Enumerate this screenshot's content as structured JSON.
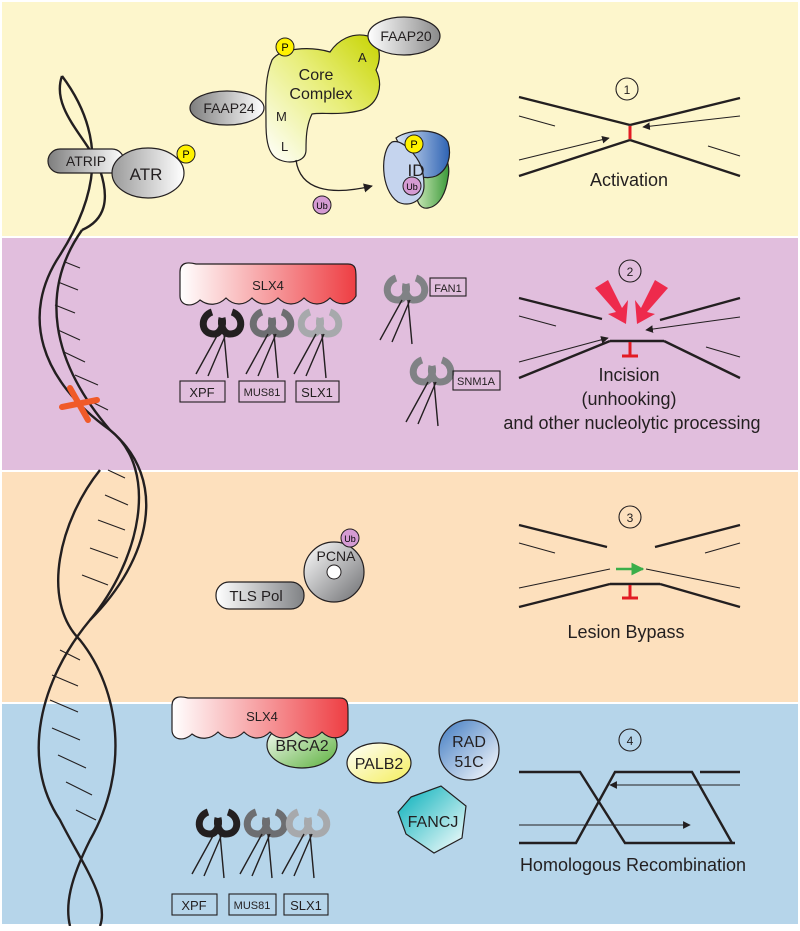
{
  "panels": [
    {
      "number": "1",
      "caption": "Activation",
      "color": "#fdf6cc"
    },
    {
      "number": "2",
      "caption_lines": [
        "Incision",
        "(unhooking)",
        "and other nucleolytic processing"
      ],
      "color": "#e1bedd"
    },
    {
      "number": "3",
      "caption": "Lesion Bypass",
      "color": "#fde0bd"
    },
    {
      "number": "4",
      "caption": "Homologous Recombination",
      "color": "#b6d5ea"
    }
  ],
  "activation": {
    "core_complex_lines": [
      "Core",
      "Complex"
    ],
    "core_letters": {
      "a": "A",
      "m": "M",
      "l": "L"
    },
    "faap20": "FAAP20",
    "faap24": "FAAP24",
    "atrip": "ATRIP",
    "atr": "ATR",
    "phospho": "P",
    "ub": "Ub",
    "id": "ID"
  },
  "incision": {
    "slx4": "SLX4",
    "xpf": "XPF",
    "mus81": "MUS81",
    "slx1": "SLX1",
    "fan1": "FAN1",
    "snm1a": "SNM1A"
  },
  "bypass": {
    "pcna": "PCNA",
    "ub": "Ub",
    "tls_pol": "TLS Pol"
  },
  "recombination": {
    "brca2": "BRCA2",
    "palb2": "PALB2",
    "rad51c_lines": [
      "RAD",
      "51C"
    ],
    "fancj": "FANCJ",
    "slx4": "SLX4",
    "xpf": "XPF",
    "mus81": "MUS81",
    "slx1": "SLX1"
  },
  "colors": {
    "lesion": "#f05a28",
    "red_mark": "#e21b23",
    "green_arrow": "#3aae49",
    "incision_arrow": "#ee2a4c",
    "phospho": "#fff200",
    "ub": "#d59bd3"
  }
}
